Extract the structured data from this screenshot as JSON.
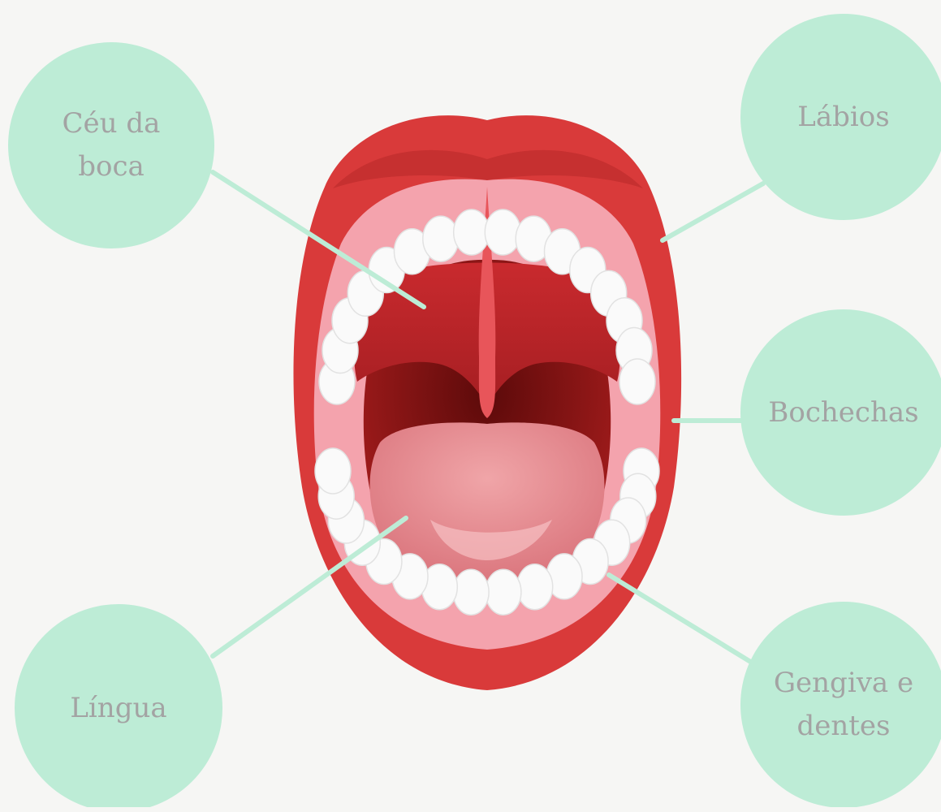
{
  "colors": {
    "background": "#f6f6f4",
    "bubble": "#bdecd6",
    "connector": "#bdecd6",
    "label_text": "#a3a3a3",
    "lip": "#d93a3a",
    "gum": "#f4a3ad",
    "tooth": "#fafafa",
    "throat": "#8a1414",
    "tongue": "#e58a8f"
  },
  "labels": {
    "ceu_da_boca": "Céu da\nboca",
    "labios": "Lábios",
    "bochechas": "Bochechas",
    "lingua": "Língua",
    "gengiva_e_dentes": "Gengiva e\ndentes"
  }
}
